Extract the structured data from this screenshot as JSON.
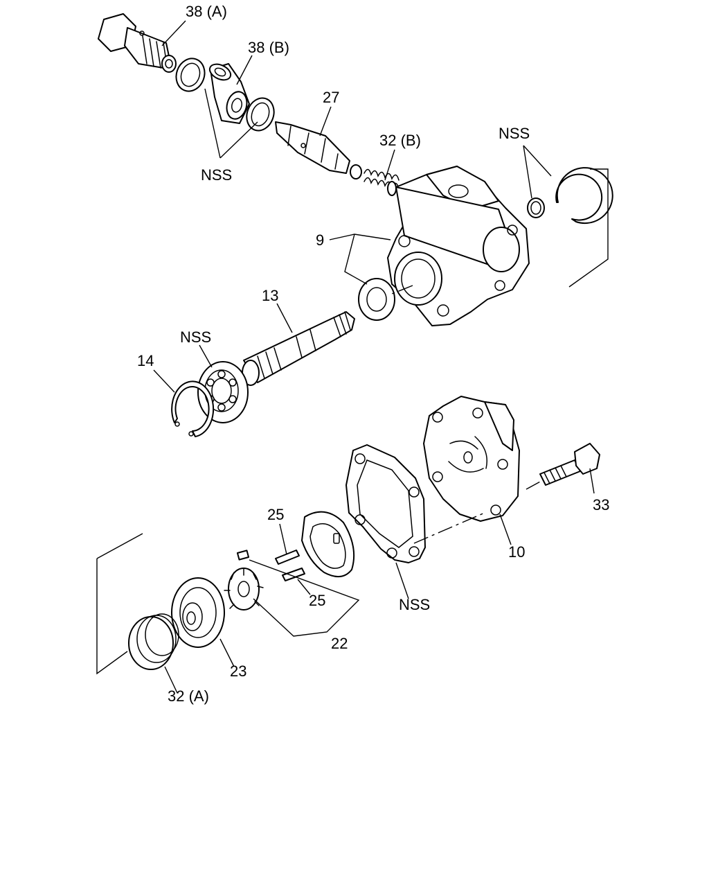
{
  "labels": {
    "l38a": "38 (A)",
    "l38b": "38 (B)",
    "nss1": "NSS",
    "l27": "27",
    "l32b": "32 (B)",
    "nss2": "NSS",
    "l9": "9",
    "l13": "13",
    "nss3": "NSS",
    "l14": "14",
    "l25a": "25",
    "l25b": "25",
    "l33": "33",
    "l10": "10",
    "nss4": "NSS",
    "l22": "22",
    "l23": "23",
    "l32a": "32 (A)"
  },
  "colors": {
    "line": "#000000",
    "background": "#ffffff"
  }
}
